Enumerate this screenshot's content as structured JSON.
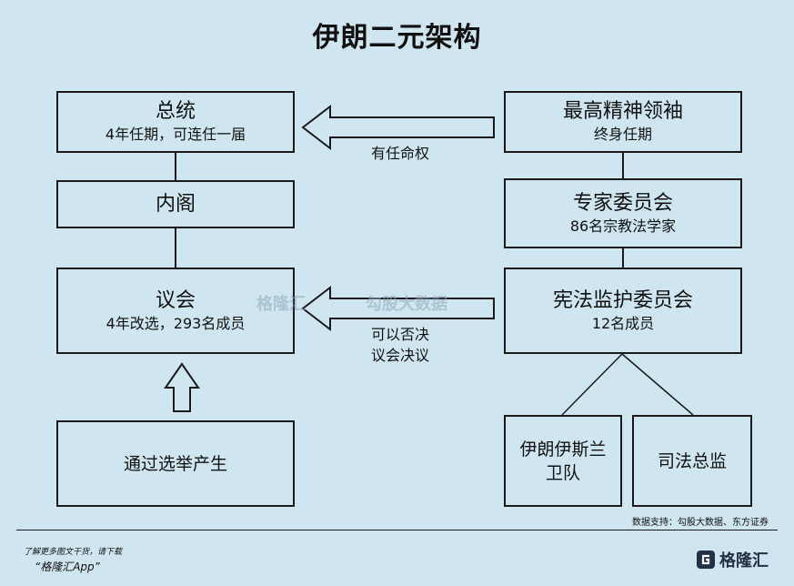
{
  "title": "伊朗二元架构",
  "boxes": {
    "president": {
      "name": "总统",
      "sub": "4年任期，可连任一届"
    },
    "cabinet": {
      "name": "内阁"
    },
    "parliament": {
      "name": "议会",
      "sub": "4年改选，293名成员"
    },
    "election": {
      "name": "通过选举产生"
    },
    "leader": {
      "name": "最高精神领袖",
      "sub": "终身任期"
    },
    "experts": {
      "name": "专家委员会",
      "sub": "86名宗教法学家"
    },
    "guardian": {
      "name": "宪法监护委员会",
      "sub": "12名成员"
    },
    "irgc": {
      "name": "伊朗伊斯兰卫队"
    },
    "judiciary": {
      "name": "司法总监"
    }
  },
  "edges": {
    "appoint_label": "有任命权",
    "veto_label_1": "可以否决",
    "veto_label_2": "议会决议"
  },
  "watermark": {
    "brand": "格隆汇",
    "partner": "勾股大数据"
  },
  "footer": {
    "source": "数据支持：勾股大数据、东方证券",
    "download_line1": "了解更多图文干货，请下载",
    "download_line2": "“格隆汇App”",
    "logo_text": "格隆汇"
  }
}
